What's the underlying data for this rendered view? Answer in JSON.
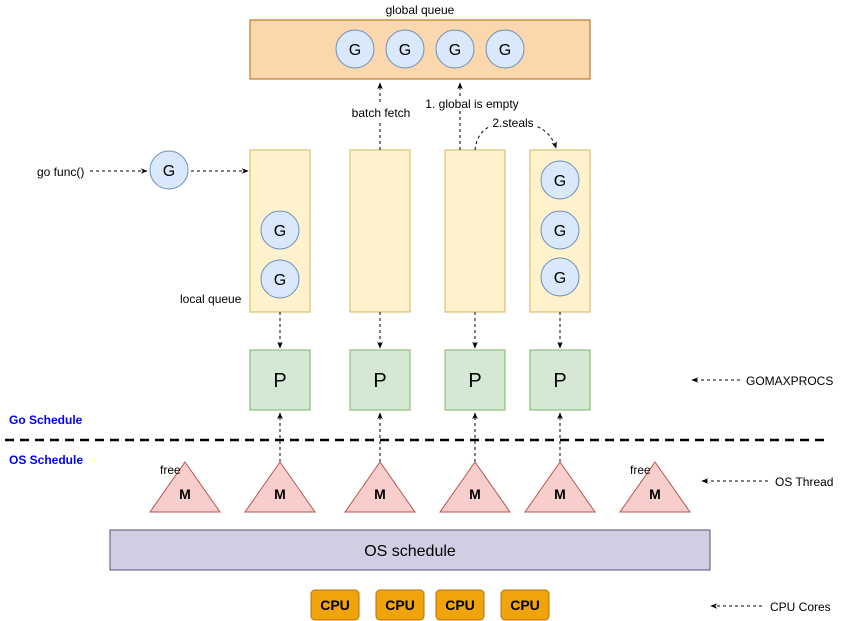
{
  "global_queue": {
    "label": "global queue",
    "goroutines": [
      "G",
      "G",
      "G",
      "G"
    ]
  },
  "spawn": {
    "label": "go func()",
    "goroutine": "G"
  },
  "local_queue": {
    "label": "local queue"
  },
  "queues": [
    {
      "goroutines": [
        "G",
        "G"
      ]
    },
    {
      "goroutines": []
    },
    {
      "goroutines": []
    },
    {
      "goroutines": [
        "G",
        "G",
        "G"
      ]
    }
  ],
  "annotations": {
    "batch_fetch": "batch fetch",
    "global_empty": "1. global is empty",
    "steals": "2.steals"
  },
  "processors": [
    "P",
    "P",
    "P",
    "P"
  ],
  "labels": {
    "go_schedule": "Go Schedule",
    "os_schedule": "OS Schedule",
    "gomaxprocs": "GOMAXPROCS",
    "os_thread": "OS Thread",
    "cpu_cores": "CPU Cores"
  },
  "threads": [
    {
      "label": "M",
      "note": "free"
    },
    {
      "label": "M",
      "note": ""
    },
    {
      "label": "M",
      "note": ""
    },
    {
      "label": "M",
      "note": ""
    },
    {
      "label": "M",
      "note": ""
    },
    {
      "label": "M",
      "note": "free"
    }
  ],
  "os_schedule_box": "OS schedule",
  "cpus": [
    "CPU",
    "CPU",
    "CPU",
    "CPU"
  ],
  "colors": {
    "queue_fill": "#fff2cc",
    "queue_stroke": "#d6b656",
    "global_fill": "#fad7ac",
    "global_stroke": "#b46504",
    "g_fill": "#dae8fc",
    "g_stroke": "#6c8ebf",
    "p_fill": "#d5e8d4",
    "p_stroke": "#82b366",
    "m_fill": "#f8cecc",
    "m_stroke": "#b85450",
    "os_fill": "#d0cee2",
    "os_stroke": "#56517e",
    "cpu_fill": "#f0a30a",
    "cpu_stroke": "#bd7000",
    "section_label": "#0000ff"
  }
}
